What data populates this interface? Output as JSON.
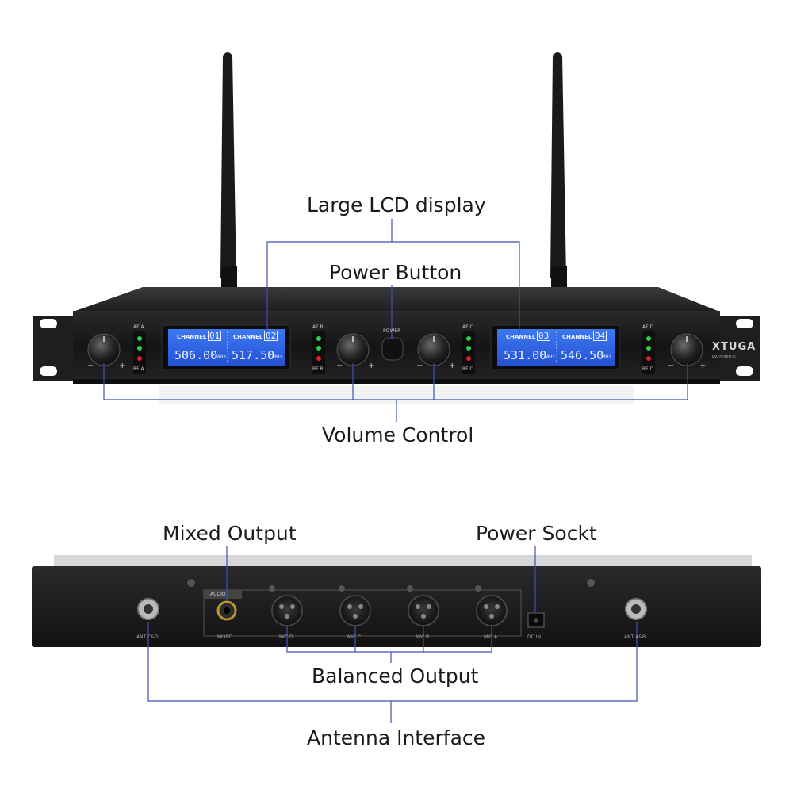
{
  "callouts": {
    "lcd": "Large LCD display",
    "power_button": "Power Button",
    "volume": "Volume Control",
    "mixed_output": "Mixed Output",
    "power_socket": "Power Sockt",
    "balanced_output": "Balanced Output",
    "antenna": "Antenna Interface"
  },
  "front": {
    "brand": "XTUGA",
    "model": "PW2S0PLUS",
    "power_label": "POWER",
    "lcd_left": [
      {
        "channel_label": "CHANNEL",
        "channel": "01",
        "freq": "506.00",
        "unit": "MHz"
      },
      {
        "channel_label": "CHANNEL",
        "channel": "02",
        "freq": "517.50",
        "unit": "MHz"
      }
    ],
    "lcd_right": [
      {
        "channel_label": "CHANNEL",
        "channel": "03",
        "freq": "531.00",
        "unit": "MHz"
      },
      {
        "channel_label": "CHANNEL",
        "channel": "04",
        "freq": "546.50",
        "unit": "MHz"
      }
    ],
    "indicators": [
      {
        "af": "AF A",
        "rf": "RF A"
      },
      {
        "af": "AF B",
        "rf": "RF B"
      },
      {
        "af": "AF C",
        "rf": "RF C"
      },
      {
        "af": "AF D",
        "rf": "RF D"
      }
    ],
    "knob_minus": "−",
    "knob_plus": "+"
  },
  "rear": {
    "audio_label": "AUDIO",
    "ports": [
      "ANT C&D",
      "MIXED",
      "MIC D",
      "MIC C",
      "MIC B",
      "MIC A",
      "DC IN",
      "ANT A&B"
    ]
  },
  "colors": {
    "annotation_line": "#3f52b0",
    "lcd_bg": "#2f66e8",
    "lcd_text": "#eaf3ff",
    "chassis": "#1c1c1e",
    "led_green": "#2bd04a",
    "led_red": "#e02222"
  }
}
